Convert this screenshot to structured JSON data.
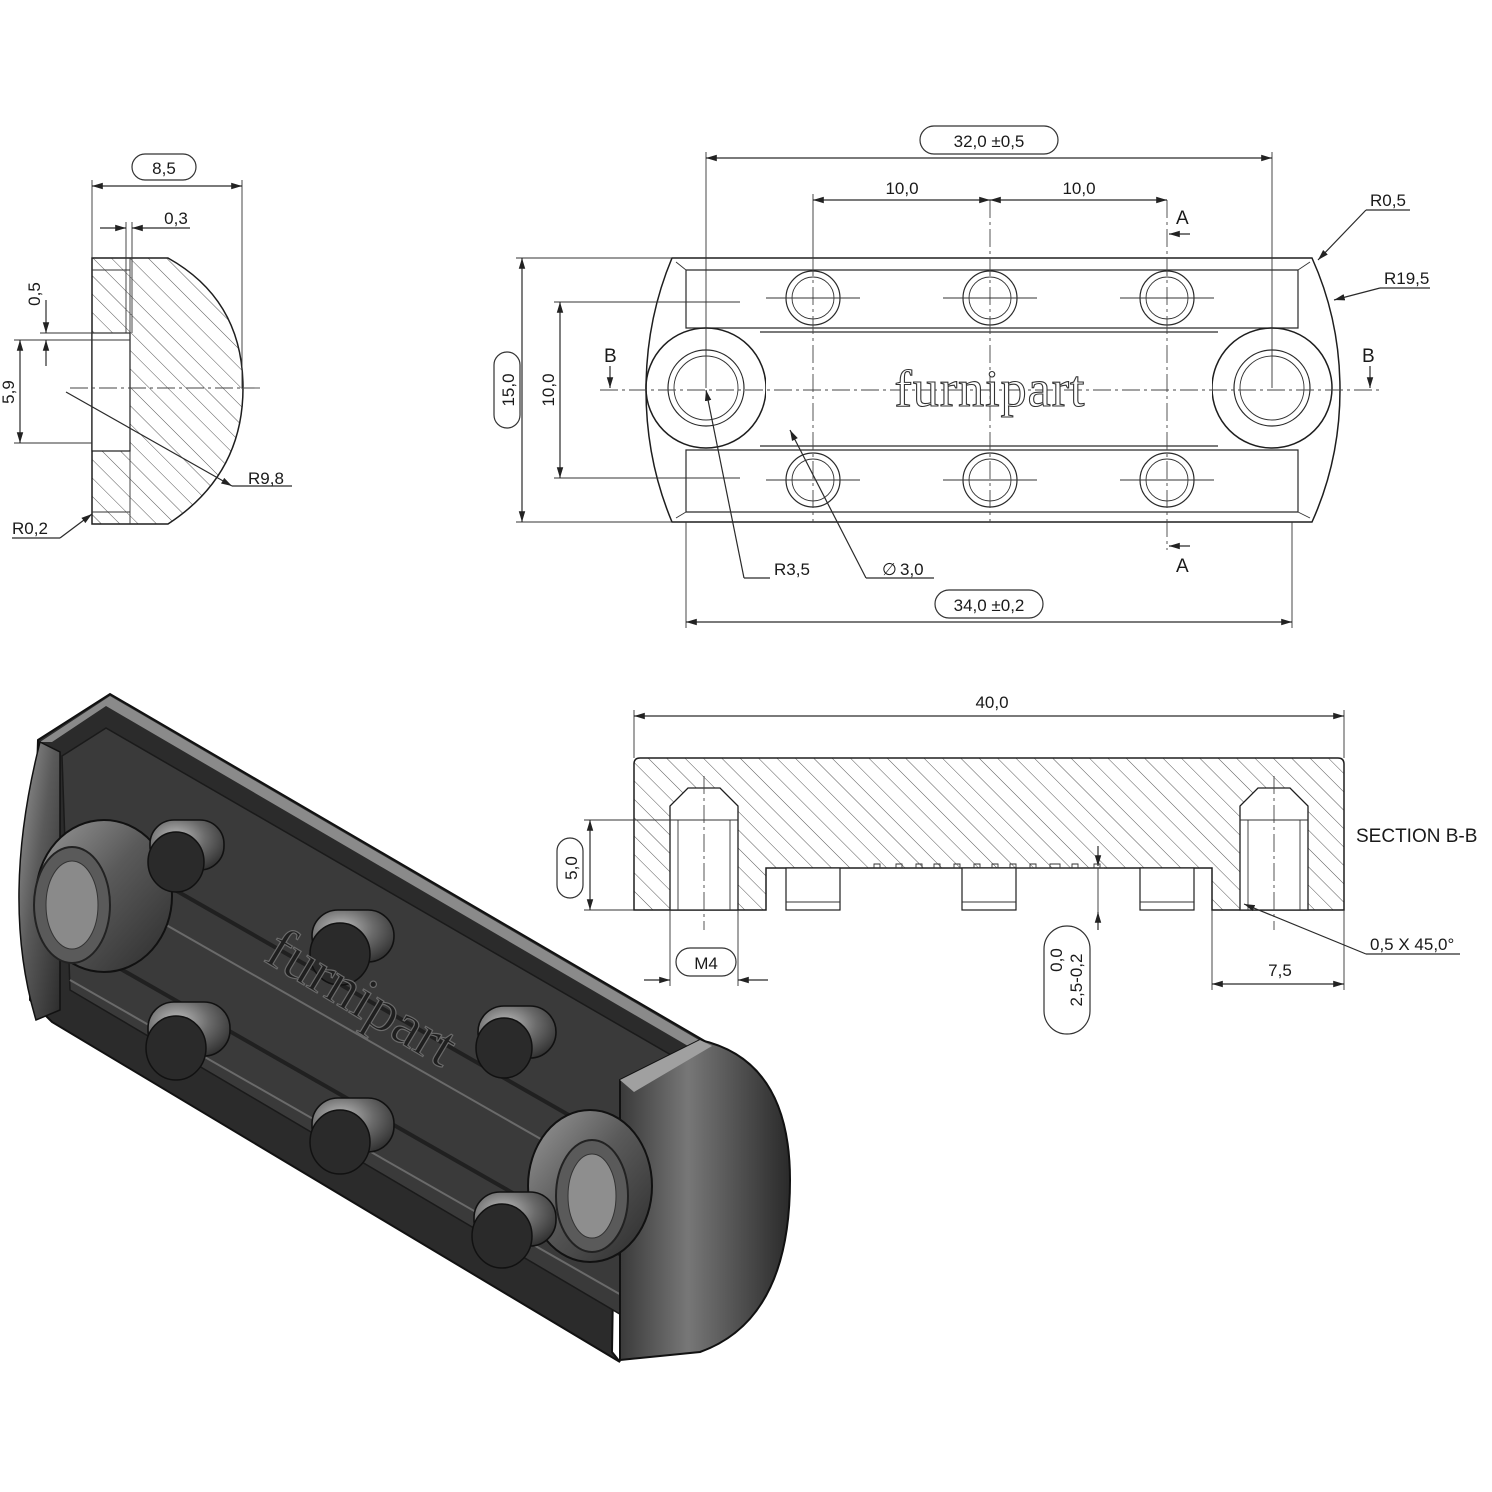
{
  "drawing": {
    "logo_text": "furnipart",
    "side_view": {
      "width": "8,5",
      "offset": "0,3",
      "depth": "0,5",
      "height": "5,9",
      "radius_outer": "R9,8",
      "radius_corner": "R0,2"
    },
    "top_view": {
      "overall_length": "32,0 ±0,5",
      "pitch_1": "10,0",
      "pitch_2": "10,0",
      "radius_small": "R0,5",
      "radius_large": "R19,5",
      "height_total": "15,0",
      "height_inner": "10,0",
      "radius_boss": "R3,5",
      "pin_diameter": "3,0",
      "diameter_symbol": "∅",
      "base_length": "34,0 ±0,2",
      "section_a": "A",
      "section_b": "B"
    },
    "section_view": {
      "total_length": "40,0",
      "title": "SECTION B-B",
      "depth": "5,0",
      "thread": "M4",
      "chamfer": "0,5 X 45,0°",
      "edge_distance": "7,5",
      "tolerance_upper": "0,0",
      "pin_height": "2,5-0,2"
    }
  }
}
